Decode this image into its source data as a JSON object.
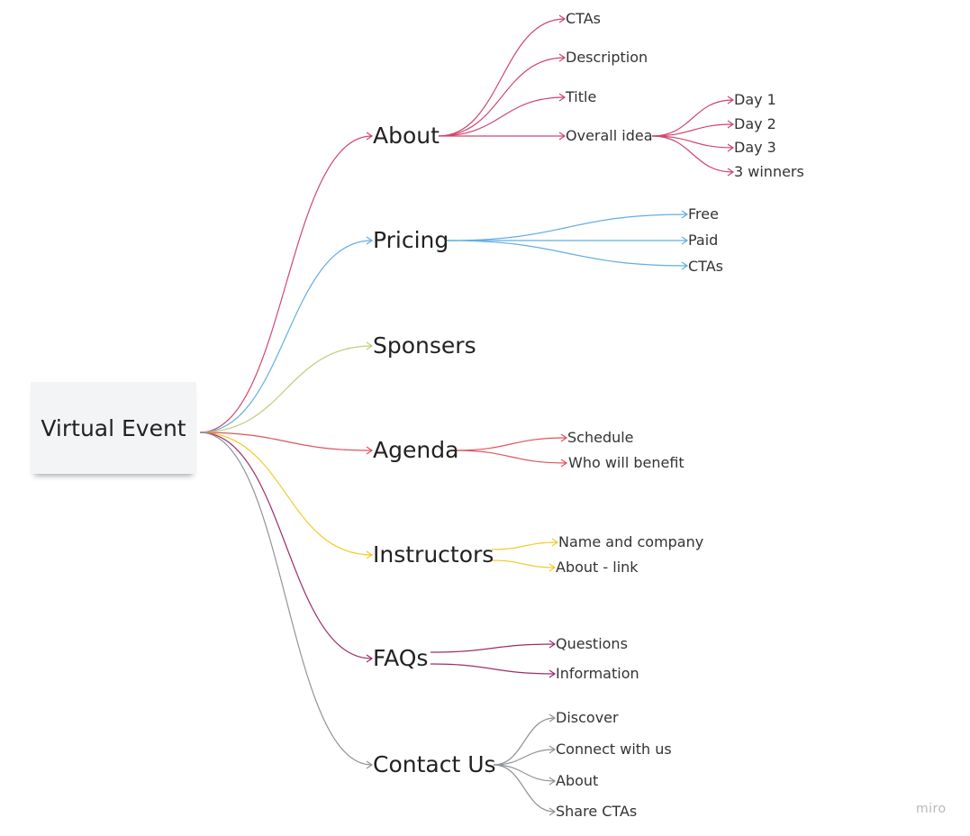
{
  "root": {
    "label": "Virtual Event"
  },
  "branches": [
    {
      "label": "About",
      "color": "#d0466e"
    },
    {
      "label": "Pricing",
      "color": "#62aee2"
    },
    {
      "label": "Sponsers",
      "color": "#c2cc7a"
    },
    {
      "label": "Agenda",
      "color": "#e0545c"
    },
    {
      "label": "Instructors",
      "color": "#f2cc2e"
    },
    {
      "label": "FAQs",
      "color": "#9c2e6a"
    },
    {
      "label": "Contact Us",
      "color": "#909498"
    }
  ],
  "about": {
    "children": [
      "CTAs",
      "Description",
      "Title",
      "Overall idea"
    ]
  },
  "overall_idea": {
    "children": [
      "Day 1",
      "Day 2",
      "Day 3",
      "3 winners"
    ]
  },
  "pricing": {
    "children": [
      "Free",
      "Paid",
      "CTAs"
    ]
  },
  "agenda": {
    "children": [
      "Schedule",
      "Who will benefit"
    ]
  },
  "instructors": {
    "children": [
      "Name and company",
      "About - link"
    ]
  },
  "faqs": {
    "children": [
      "Questions",
      "Information"
    ]
  },
  "contact": {
    "children": [
      "Discover",
      "Connect with us",
      "About",
      "Share CTAs"
    ]
  },
  "watermark": "miro"
}
